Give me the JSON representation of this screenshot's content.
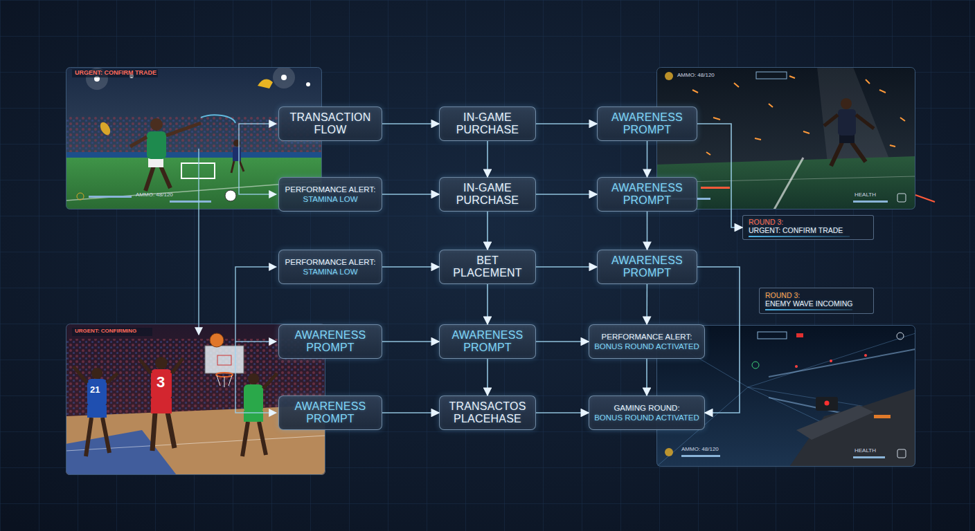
{
  "diagram": {
    "nodes": [
      {
        "text": [
          "TRANSACTION FLOW"
        ]
      },
      {
        "text": [
          "IN-GAME PURCHASE"
        ]
      },
      {
        "text": [
          "AWARENESS PROMPT"
        ]
      },
      {
        "text": [
          "PERFORMANCE ALERT:",
          "STAMINA LOW"
        ]
      },
      {
        "text": [
          "IN-GAME PURCHASE"
        ]
      },
      {
        "text": [
          "AWARENESS PROMPT"
        ]
      },
      {
        "text": [
          "ROUND 3:",
          "URGENT: CONFIRM TRADE"
        ]
      },
      {
        "text": [
          "PERFORMANCE ALERT:",
          "STAMINA LOW"
        ]
      },
      {
        "text": [
          "BET PLACEMENT"
        ]
      },
      {
        "text": [
          "AWARENESS PROMPT"
        ]
      },
      {
        "text": [
          "ROUND 3:",
          "ENEMY WAVE INCOMING"
        ]
      },
      {
        "text": [
          "AWARENESS PROMPT"
        ]
      },
      {
        "text": [
          "AWARENESS PROMPT"
        ]
      },
      {
        "text": [
          "PERFORMANCE ALERT:",
          "BONUS ROUND ACTIVATED"
        ]
      },
      {
        "text": [
          "AWARENESS PROMPT"
        ]
      },
      {
        "text": [
          "TRANSACTOS PLACEHASE"
        ]
      },
      {
        "text": [
          "GAMING ROUND:",
          "BONUS ROUND ACTIVATED"
        ]
      }
    ],
    "edges": [
      {
        "from": 0,
        "to": 1,
        "arrow": "to"
      },
      {
        "from": 1,
        "to": 2,
        "arrow": "to"
      },
      {
        "from": 1,
        "to": 4,
        "arrow": "to"
      },
      {
        "from": 2,
        "to": 5,
        "arrow": "to"
      },
      {
        "from": 2,
        "to": 6,
        "arrow": "to"
      },
      {
        "from": 3,
        "to": 4,
        "arrow": "to"
      },
      {
        "from": 4,
        "to": 5,
        "arrow": "to"
      },
      {
        "from": 4,
        "to": 8,
        "arrow": "to"
      },
      {
        "from": 5,
        "to": 9,
        "arrow": "to"
      },
      {
        "from": 7,
        "to": 8,
        "arrow": "to"
      },
      {
        "from": 8,
        "to": 9,
        "arrow": "to"
      },
      {
        "from": 8,
        "to": 12,
        "arrow": "to"
      },
      {
        "from": 9,
        "to": 13,
        "arrow": "to"
      },
      {
        "from": 9,
        "to": 16,
        "arrow": "to"
      },
      {
        "from": 11,
        "to": 12,
        "arrow": "to"
      },
      {
        "from": 12,
        "to": 13,
        "arrow": "to"
      },
      {
        "from": 12,
        "to": 15,
        "arrow": "to"
      },
      {
        "from": 13,
        "to": 16,
        "arrow": "to"
      },
      {
        "from": 14,
        "to": 15,
        "arrow": "to"
      },
      {
        "from": 15,
        "to": 16,
        "arrow": "to"
      }
    ],
    "labels": [
      "URGENT: CONFIRM TRADE",
      "AMMO: 48/120",
      "AMMO: 48/120",
      "HEALTH",
      "URGENT: CONFIRMING",
      "3",
      "21",
      "AMMO: 48/120",
      "HEALTH"
    ]
  }
}
